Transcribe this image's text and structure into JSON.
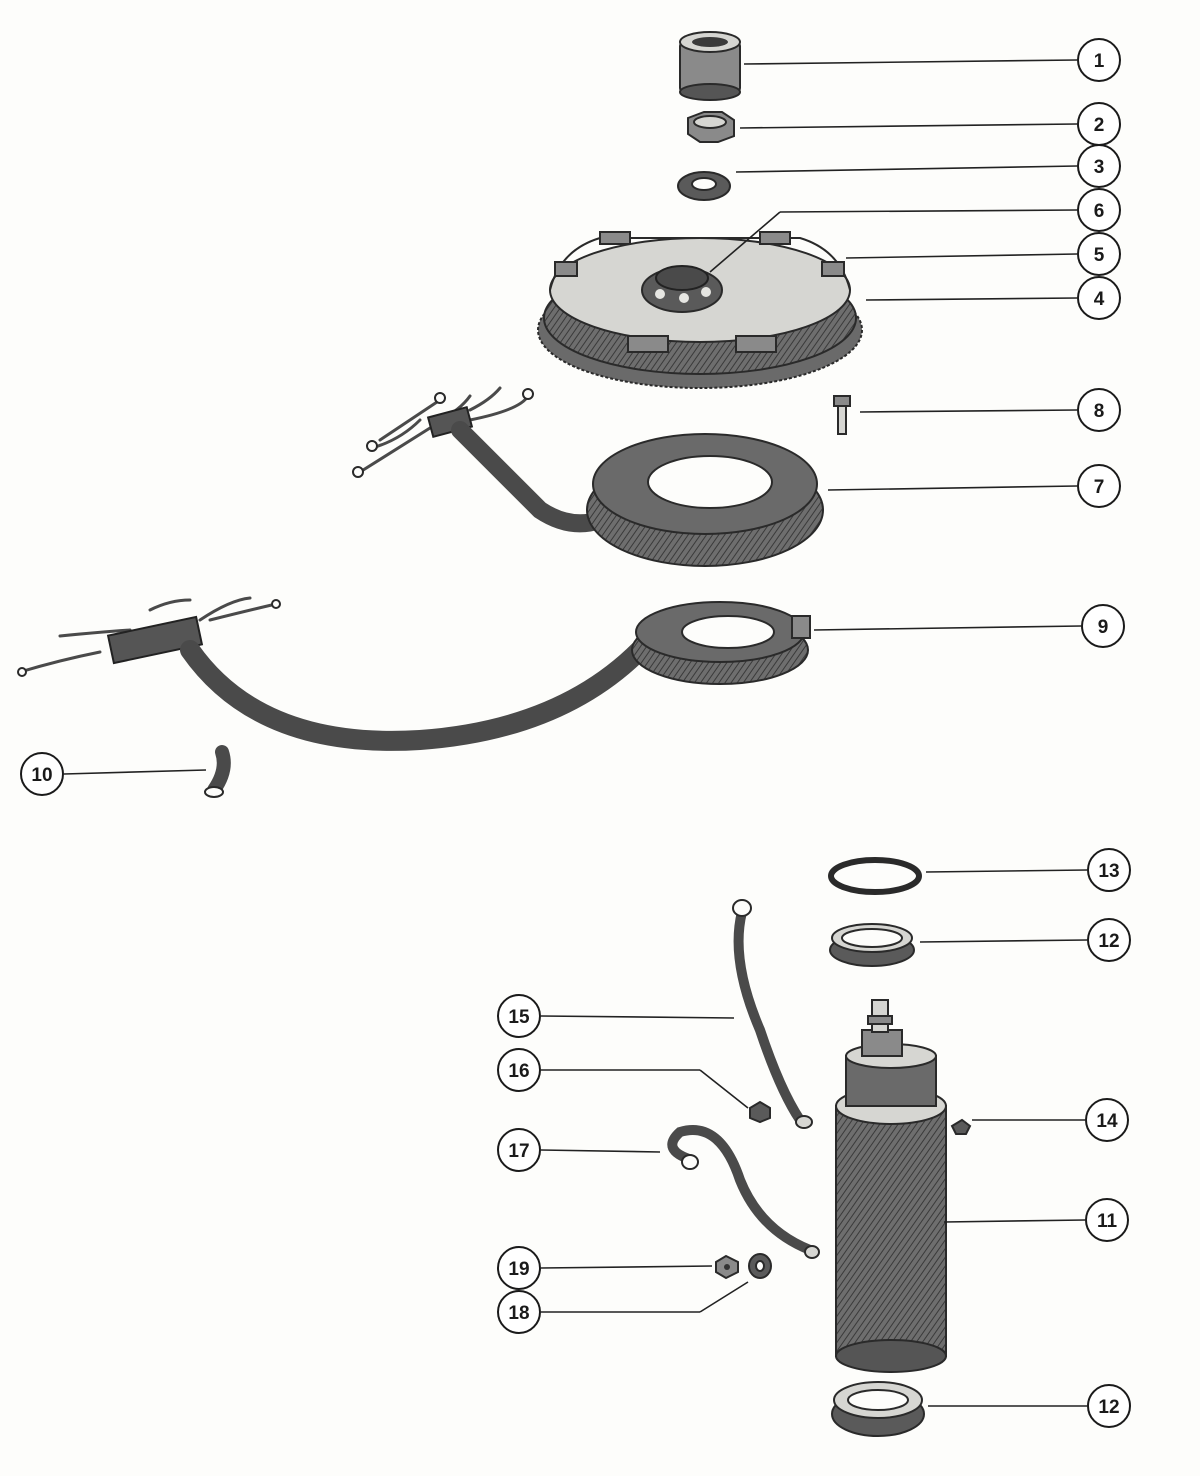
{
  "callouts": [
    {
      "id": "c1",
      "label": "1"
    },
    {
      "id": "c2",
      "label": "2"
    },
    {
      "id": "c3",
      "label": "3"
    },
    {
      "id": "c6",
      "label": "6"
    },
    {
      "id": "c5",
      "label": "5"
    },
    {
      "id": "c4",
      "label": "4"
    },
    {
      "id": "c8",
      "label": "8"
    },
    {
      "id": "c7",
      "label": "7"
    },
    {
      "id": "c9",
      "label": "9"
    },
    {
      "id": "c10",
      "label": "10"
    },
    {
      "id": "c13",
      "label": "13"
    },
    {
      "id": "c12a",
      "label": "12"
    },
    {
      "id": "c15",
      "label": "15"
    },
    {
      "id": "c16",
      "label": "16"
    },
    {
      "id": "c14",
      "label": "14"
    },
    {
      "id": "c17",
      "label": "17"
    },
    {
      "id": "c11",
      "label": "11"
    },
    {
      "id": "c19",
      "label": "19"
    },
    {
      "id": "c18",
      "label": "18"
    },
    {
      "id": "c12b",
      "label": "12"
    }
  ]
}
